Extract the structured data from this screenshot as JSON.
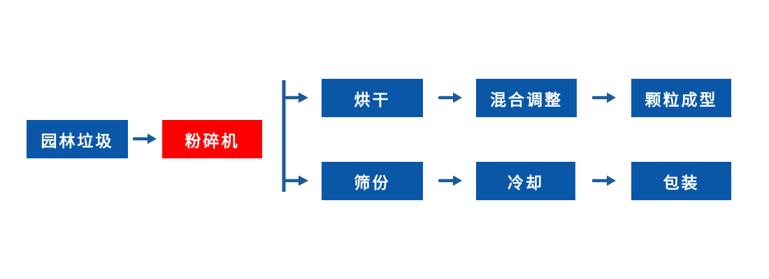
{
  "diagram": {
    "background": "#ffffff",
    "colors": {
      "node_blue": "#0a57a8",
      "node_red": "#fe0000",
      "connector": "#1b5a9b",
      "text": "#ffffff"
    },
    "nodes": {
      "garden_waste": {
        "label": "园林垃圾"
      },
      "crusher": {
        "label": "粉碎机"
      },
      "drying": {
        "label": "烘干"
      },
      "mixing_adjustment": {
        "label": "混合调整"
      },
      "pellet_forming": {
        "label": "颗粒成型"
      },
      "sieving": {
        "label": "筛份"
      },
      "cooling": {
        "label": "冷却"
      },
      "packaging": {
        "label": "包装"
      }
    }
  }
}
